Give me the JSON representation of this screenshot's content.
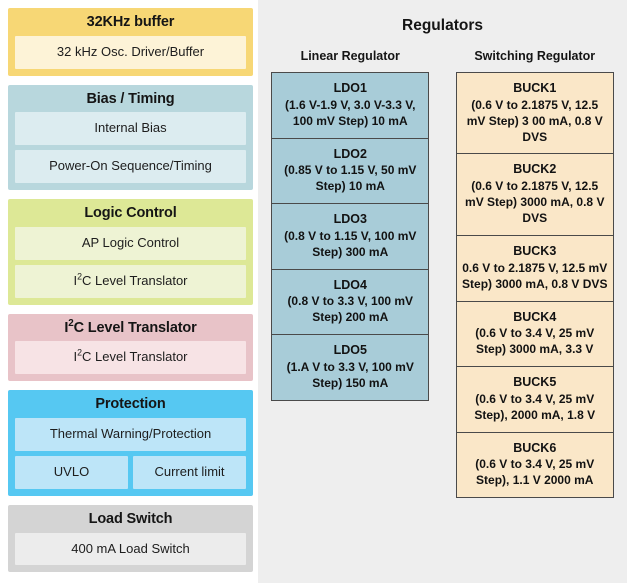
{
  "left_blocks": [
    {
      "title": "32KHz buffer",
      "color": "#f7d775",
      "subs": [
        "32 kHz Osc. Driver/Buffer"
      ]
    },
    {
      "title": "Bias / Timing",
      "color": "#b8d7dd",
      "subs": [
        "Internal Bias",
        "Power-On Sequence/Timing"
      ]
    },
    {
      "title": "Logic Control",
      "color": "#dde896",
      "subs": [
        "AP Logic Control",
        "I2C Level Translator"
      ]
    },
    {
      "title": "I2C Level Translator",
      "color": "#e8c3c8",
      "subs": [
        "I2C Level Translator"
      ]
    },
    {
      "title": "Protection",
      "color": "#56c8f2",
      "subs": [
        "Thermal Warning/Protection"
      ],
      "row_subs": [
        "UVLO",
        "Current limit"
      ]
    },
    {
      "title": "Load Switch",
      "color": "#d4d4d4",
      "subs": [
        "400 mA Load Switch"
      ]
    }
  ],
  "regulators": {
    "title": "Regulators",
    "linear_heading": "Linear Regulator",
    "switching_heading": "Switching Regulator",
    "linear": [
      {
        "name": "LDO1",
        "spec": "(1.6 V-1.9 V, 3.0 V-3.3 V, 100 mV Step) 10 mA"
      },
      {
        "name": "LDO2",
        "spec": "(0.85 V to 1.15 V, 50 mV Step) 10 mA"
      },
      {
        "name": "LDO3",
        "spec": "(0.8 V to 1.15 V, 100 mV Step) 300 mA"
      },
      {
        "name": "LDO4",
        "spec": "(0.8 V to 3.3 V, 100 mV Step) 200 mA"
      },
      {
        "name": "LDO5",
        "spec": "(1.A V to 3.3 V, 100 mV Step) 150 mA"
      }
    ],
    "switching": [
      {
        "name": "BUCK1",
        "spec": "(0.6 V to 2.1875 V, 12.5 mV Step) 3 00 mA, 0.8 V DVS"
      },
      {
        "name": "BUCK2",
        "spec": "(0.6 V to 2.1875 V, 12.5 mV Step) 3000 mA, 0.8 V DVS"
      },
      {
        "name": "BUCK3",
        "spec": "0.6 V to 2.1875 V, 12.5 mV Step) 3000 mA, 0.8 V DVS"
      },
      {
        "name": "BUCK4",
        "spec": "(0.6 V to 3.4 V, 25 mV Step) 3000 mA, 3.3 V"
      },
      {
        "name": "BUCK5",
        "spec": "(0.6 V to 3.4 V, 25 mV Step), 2000 mA, 1.8 V"
      },
      {
        "name": "BUCK6",
        "spec": "(0.6 V to 3.4 V, 25 mV Step), 1.1 V 2000 mA"
      }
    ]
  }
}
